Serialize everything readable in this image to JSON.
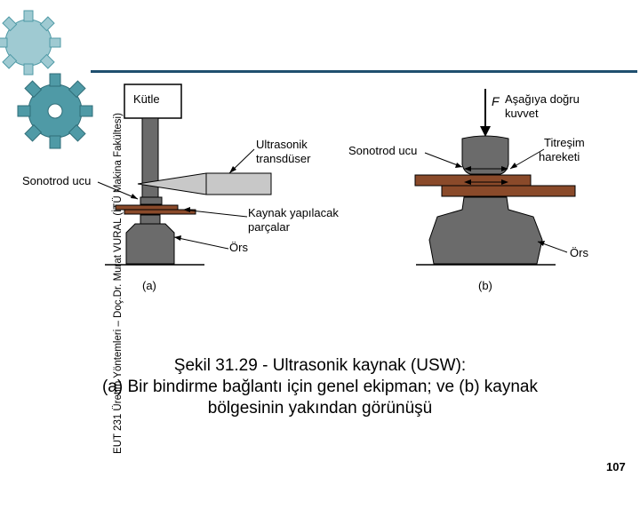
{
  "side_footer": "EUT 231 Üretim Yöntemleri – Doç.Dr. Murat VURAL (İTÜ Makina Fakültesi)",
  "labels_a": {
    "mass": "Kütle",
    "transducer_1": "Ultrasonik",
    "transducer_2": "transdüser",
    "sonotrode": "Sonotrod ucu",
    "parts_1": "Kaynak yapılacak",
    "parts_2": "parçalar",
    "anvil": "Örs",
    "tag": "(a)"
  },
  "labels_b": {
    "force_symbol": "F",
    "force_1": "Aşağıya doğru",
    "force_2": "kuvvet",
    "sonotrode": "Sonotrod ucu",
    "vibration_1": "Titreşim",
    "vibration_2": "hareketi",
    "anvil": "Örs",
    "tag": "(b)"
  },
  "caption": {
    "line1": "Şekil 31.29 ‑ Ultrasonik kaynak (USW):",
    "line2": "(a) Bir bindirme bağlantı için genel ekipman; ve (b) kaynak",
    "line3": "bölgesinin yakından görünüşü"
  },
  "page_number": "107",
  "colors": {
    "accent_line": "#1f4f6f",
    "gear_teal": "#4f9aa6",
    "metal_dark": "#6b6b6b",
    "metal_light": "#c8c8c8",
    "workpiece_brown": "#8a4a2a"
  }
}
